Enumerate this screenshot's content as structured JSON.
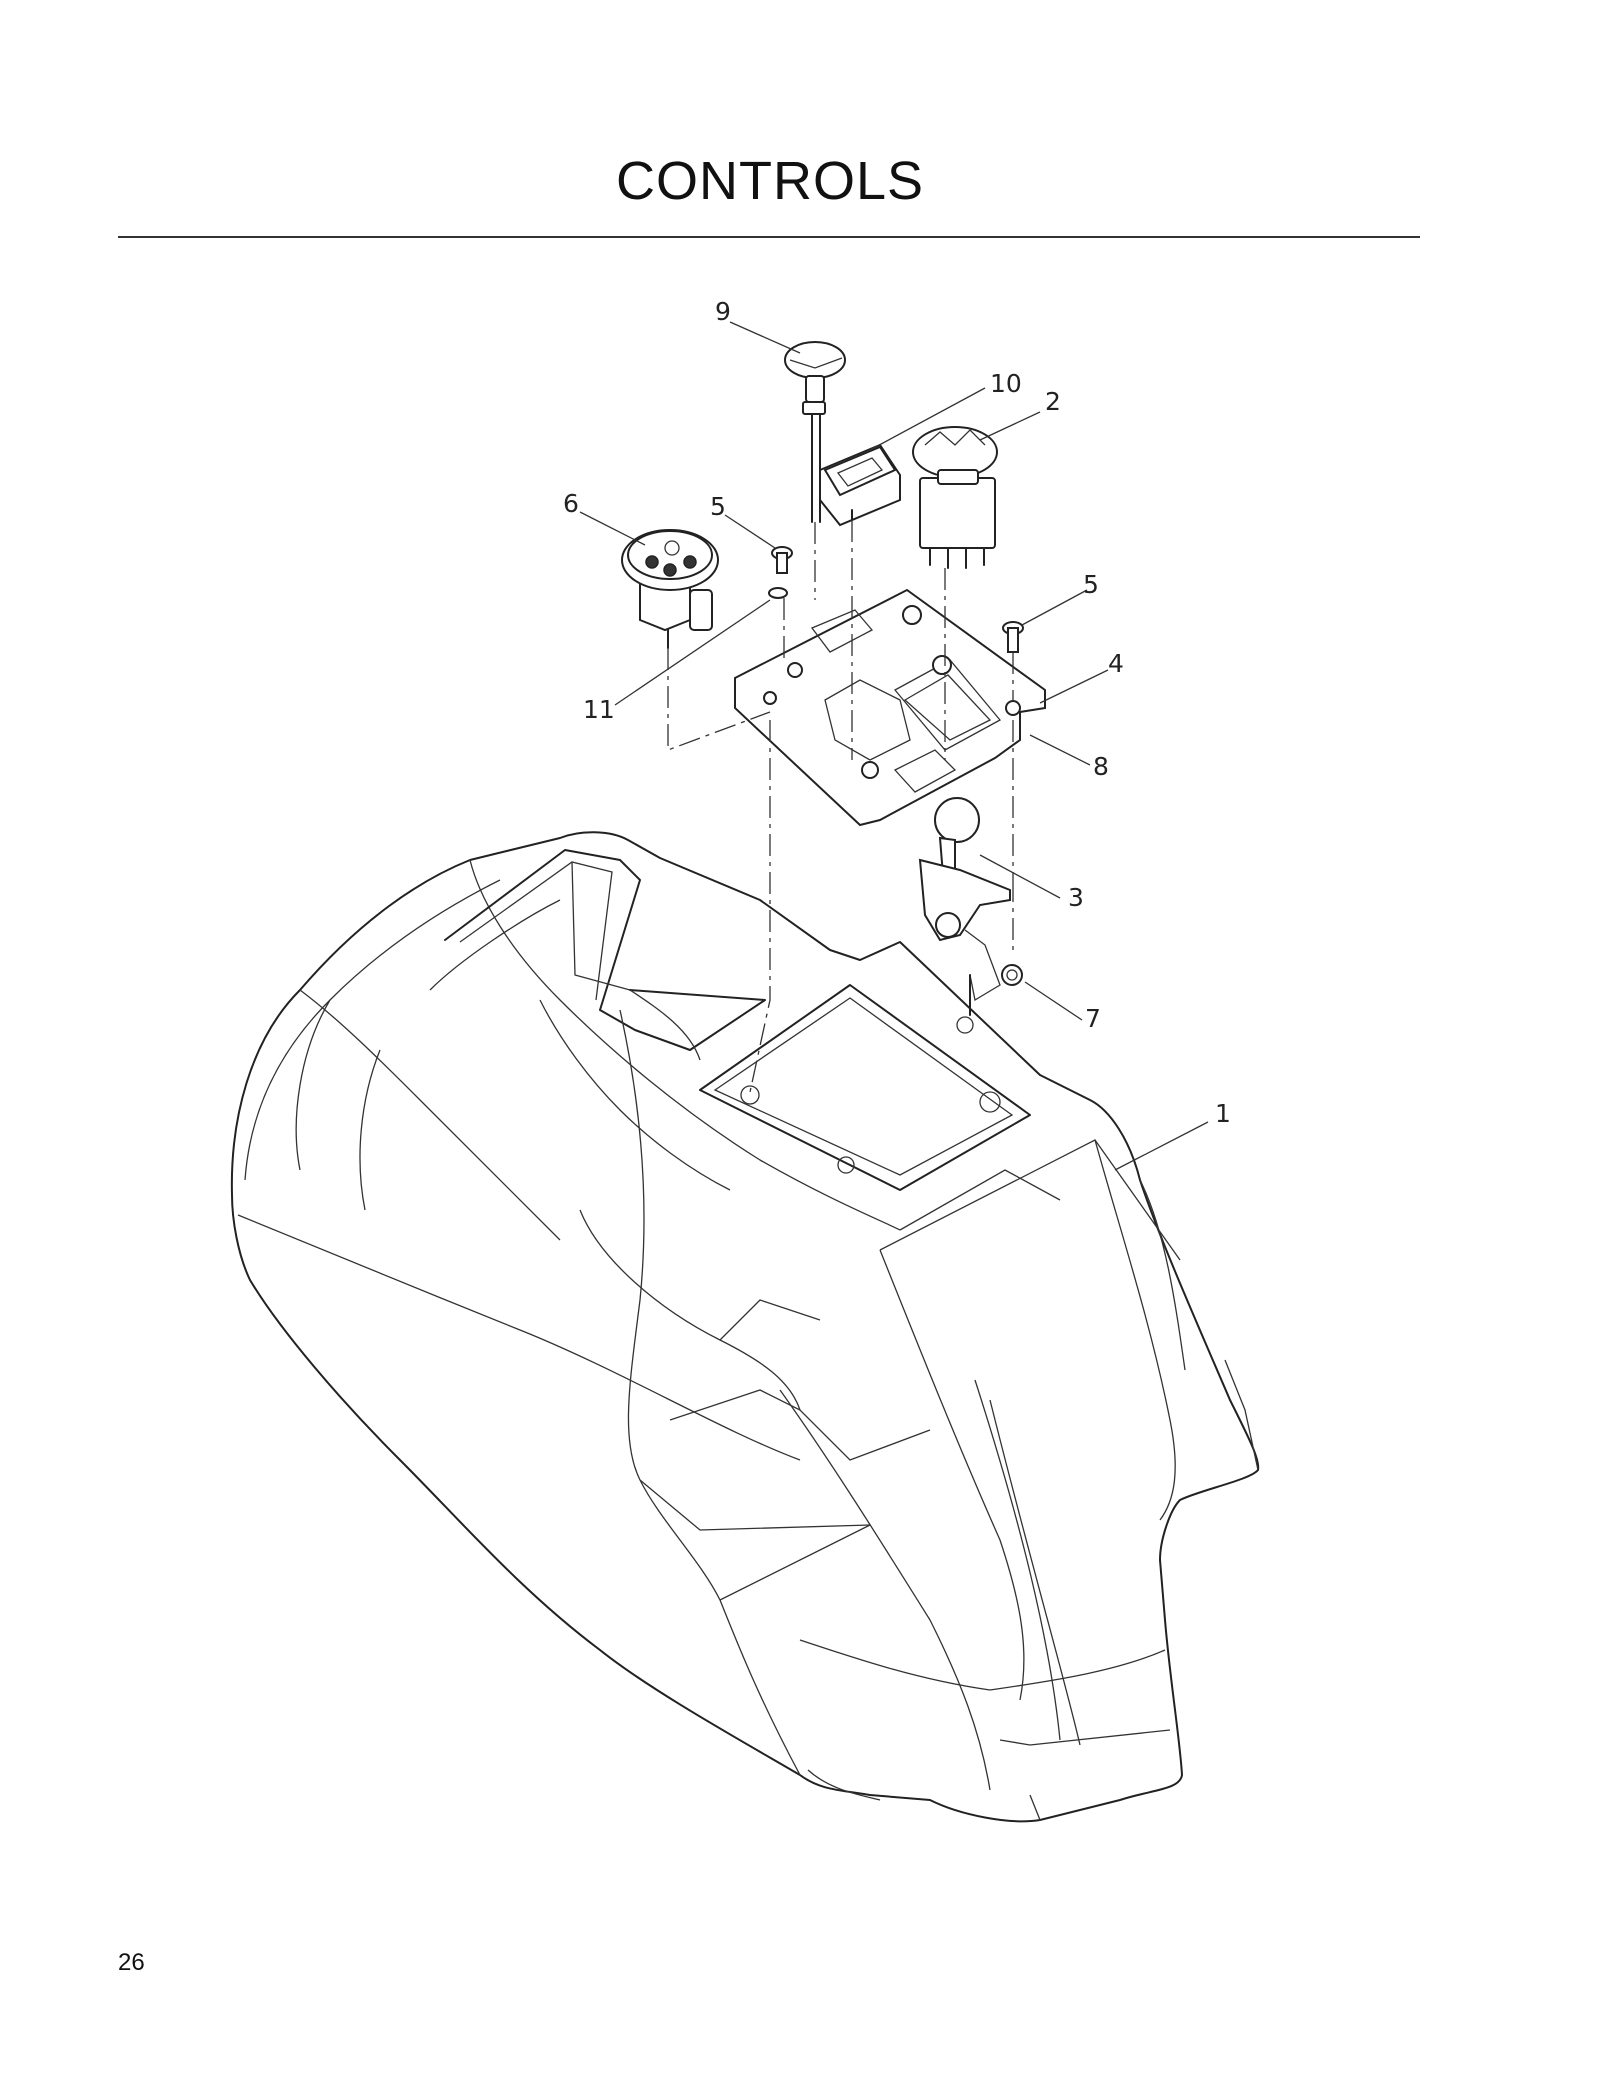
{
  "page": {
    "title": "CONTROLS",
    "page_number": "26"
  },
  "callouts": [
    "1",
    "2",
    "3",
    "4",
    "5",
    "5",
    "6",
    "7",
    "8",
    "9",
    "10",
    "11"
  ]
}
